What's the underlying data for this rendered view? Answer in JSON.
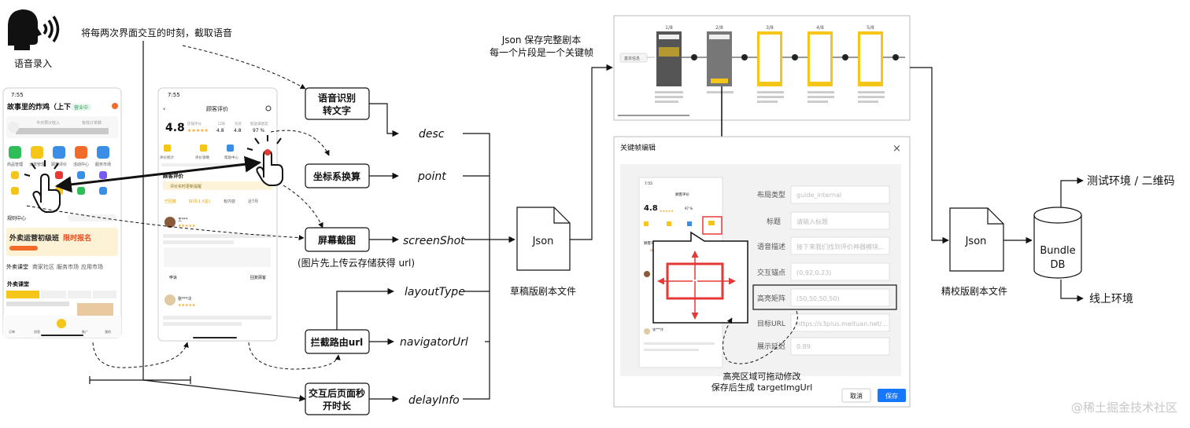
{
  "voice": {
    "label": "语音录入",
    "note": "将每两次界面交互的时刻，截取语音"
  },
  "phone1": {
    "time": "7:55",
    "title": "故事里的炸鸡（上下...",
    "status": "营业中",
    "stat_a": "今日预计收入",
    "stat_b": "有效订单数",
    "icons": [
      "商品管理",
      "订单管理",
      "顾客评价",
      "活动中心",
      "服务市场"
    ],
    "rules": "规则中心",
    "banner_title": "外卖运营初级班",
    "banner_hl": "限时报名",
    "tabs": [
      "外卖课堂",
      "商家社区",
      "服务市场",
      "应用市场"
    ],
    "class_title": "外卖课堂",
    "footer": [
      "订单",
      "消息",
      "",
      "推广",
      "我的"
    ]
  },
  "phone2": {
    "time": "7:55",
    "title": "顾客评价",
    "score": "4.8",
    "score_cap": "店铺评分",
    "col1_t": "口味",
    "col1_v": "4.8",
    "col2_t": "包装",
    "col2_v": "4.8",
    "col3_t": "配送满意度",
    "col3_v": "97 %",
    "btns": [
      "评价统计",
      "评价攻略",
      "帮助中心"
    ],
    "section": "顾客评价",
    "chip": "评价实时更新提醒",
    "filters": [
      "已回复",
      "好评(1-5星)",
      "有内容",
      "近7月"
    ],
    "rev1": "王***",
    "reply_btn": "申诉",
    "reply_link": "回复顾客",
    "rev2": "张***冷"
  },
  "procs": {
    "speech": [
      "语音识别",
      "转文字"
    ],
    "coord": "坐标系换算",
    "shot": "屏幕截图",
    "shot_note": "(图片先上传云存储获得 url)",
    "nav": "拦截路由url",
    "delay": [
      "交互后页面秒",
      "开时长"
    ]
  },
  "fields": {
    "desc": "desc",
    "point": "point",
    "screenShot": "screenShot",
    "layoutType": "layoutType",
    "navigatorUrl": "navigatorUrl",
    "delayInfo": "delayInfo"
  },
  "json1": {
    "label": "Json",
    "caption": "草稿版剧本文件"
  },
  "script_note": [
    "Json 保存完整剧本",
    "每一个片段是一个关键帧"
  ],
  "frames": {
    "labels": [
      "1/8",
      "2/8",
      "3/8",
      "4/8",
      "5/8"
    ],
    "tag": "基本信息"
  },
  "editor": {
    "title": "关键帧编辑",
    "close": "×",
    "rows": [
      {
        "label": "布局类型",
        "value": "guide_internal"
      },
      {
        "label": "标题",
        "value": "请输入标题"
      },
      {
        "label": "语音描述",
        "value": "接下来我们找到评价神器模块..."
      },
      {
        "label": "交互锚点",
        "value": "(0.92,0.23)"
      },
      {
        "label": "高亮矩阵",
        "value": "(50,50,50,50)"
      },
      {
        "label": "目标URL",
        "value": "https://s3plus.meituan.net/..."
      },
      {
        "label": "展示延迟",
        "value": "0.89"
      }
    ],
    "cancel": "取消",
    "save": "保存",
    "drag_note": [
      "高亮区域可拖动修改",
      "保存后生成 targetImgUrl"
    ]
  },
  "json2": {
    "label": "Json",
    "caption": "精校版剧本文件"
  },
  "db": {
    "line1": "Bundle",
    "line2": "DB"
  },
  "outputs": {
    "test": "测试环境 / 二维码",
    "online": "线上环境"
  },
  "watermark": "@稀土掘金技术社区"
}
